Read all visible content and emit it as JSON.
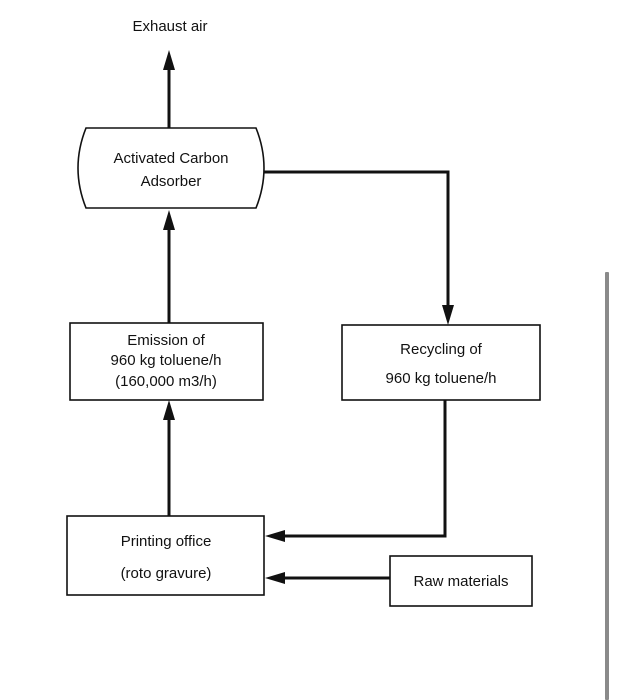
{
  "nodes": {
    "exhaust": {
      "label": "Exhaust air"
    },
    "adsorber": {
      "line1": "Activated Carbon",
      "line2": "Adsorber"
    },
    "emission": {
      "line1": "Emission of",
      "line2": "960 kg toluene/h",
      "line3": "(160,000 m3/h)"
    },
    "recycling": {
      "line1": "Recycling of",
      "line2": "960 kg toluene/h"
    },
    "printing": {
      "line1": "Printing office",
      "line2": "(roto gravure)"
    },
    "raw": {
      "label": "Raw materials"
    }
  },
  "edges": [
    {
      "from": "Printing office",
      "to": "Emission of 960 kg toluene/h"
    },
    {
      "from": "Emission of 960 kg toluene/h",
      "to": "Activated Carbon Adsorber"
    },
    {
      "from": "Activated Carbon Adsorber",
      "to": "Exhaust air"
    },
    {
      "from": "Activated Carbon Adsorber",
      "to": "Recycling of 960 kg toluene/h"
    },
    {
      "from": "Recycling of 960 kg toluene/h",
      "to": "Printing office"
    },
    {
      "from": "Raw materials",
      "to": "Printing office"
    }
  ],
  "colors": {
    "ink": "#111111",
    "background": "#ffffff",
    "scrollbar": "#8a8a8a"
  }
}
